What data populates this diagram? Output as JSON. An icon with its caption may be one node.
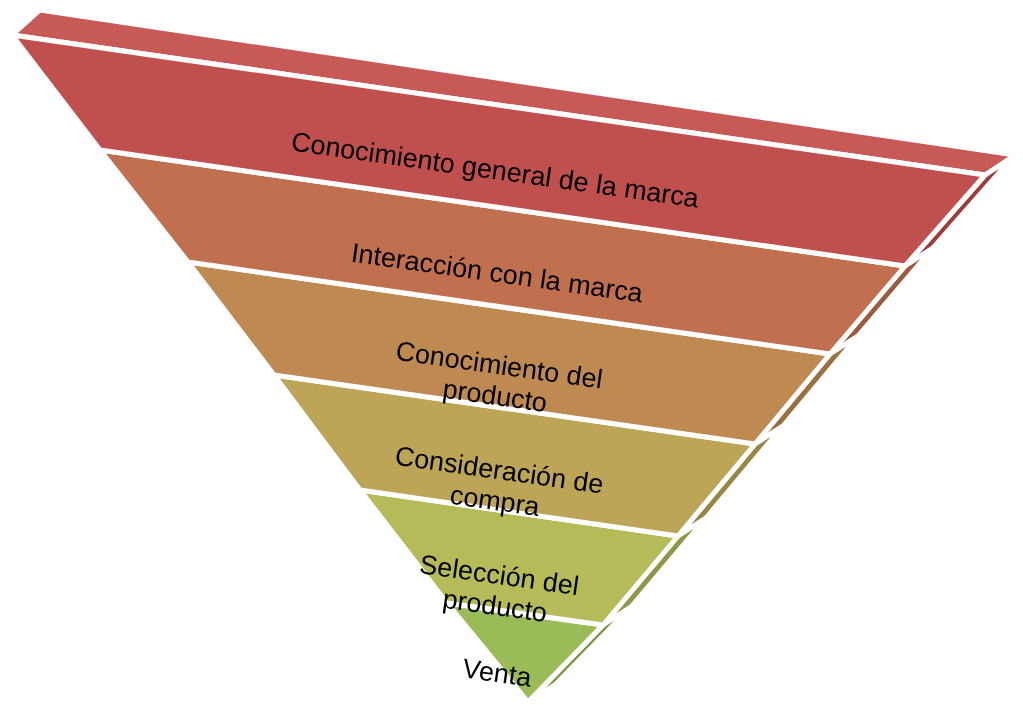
{
  "diagram": {
    "nodes": [
      {
        "text": [
          "Conocimiento general de la marca"
        ]
      },
      {
        "text": [
          "Interacción con la marca"
        ]
      },
      {
        "text": [
          "Conocimiento del producto"
        ]
      },
      {
        "text": [
          "Consideración de compra"
        ]
      },
      {
        "text": [
          "Selección del producto"
        ]
      },
      {
        "text": [
          "Venta"
        ]
      }
    ]
  }
}
